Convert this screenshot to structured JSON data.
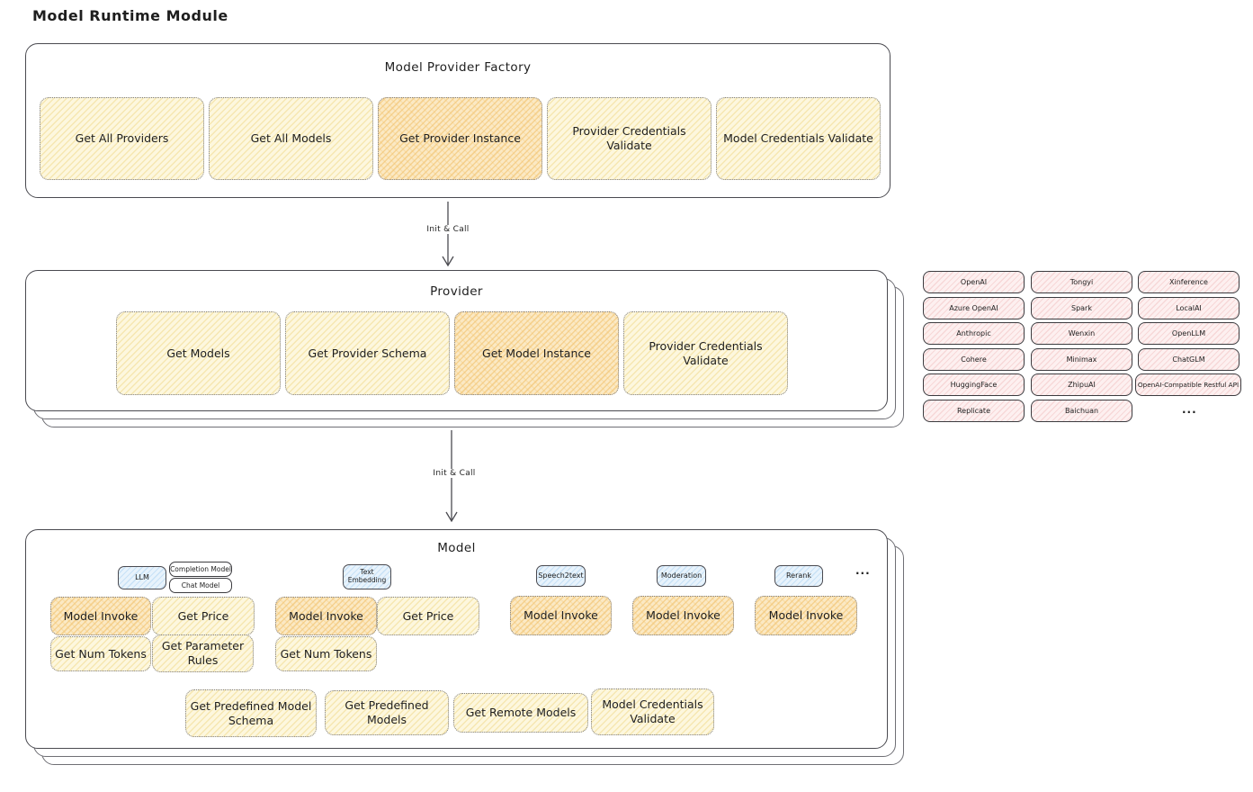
{
  "title": "Model Runtime Module",
  "factory": {
    "title": "Model Provider Factory",
    "boxes": [
      {
        "label": "Get All Providers",
        "highlighted": false
      },
      {
        "label": "Get All Models",
        "highlighted": false
      },
      {
        "label": "Get Provider Instance",
        "highlighted": true
      },
      {
        "label": "Provider Credentials Validate",
        "highlighted": false
      },
      {
        "label": "Model Credentials Validate",
        "highlighted": false
      }
    ]
  },
  "arrow1": {
    "label": "Init & Call"
  },
  "arrow2": {
    "label": "Init & Call"
  },
  "provider": {
    "title": "Provider",
    "boxes": [
      {
        "label": "Get Models",
        "highlighted": false
      },
      {
        "label": "Get Provider Schema",
        "highlighted": false
      },
      {
        "label": "Get Model Instance",
        "highlighted": true
      },
      {
        "label": "Provider Credentials Validate",
        "highlighted": false
      }
    ]
  },
  "model": {
    "title": "Model",
    "more_label": "...",
    "types": {
      "llm": "LLM",
      "completion": "Completion Model",
      "chat": "Chat Model",
      "text_embedding": "Text Embedding",
      "speech2text": "Speech2text",
      "moderation": "Moderation",
      "rerank": "Rerank"
    },
    "functions": {
      "model_invoke": "Model Invoke",
      "get_price": "Get Price",
      "get_num_tokens": "Get Num Tokens",
      "get_parameter_rules": "Get Parameter Rules"
    },
    "bottom_boxes": [
      "Get Predefined Model Schema",
      "Get Predefined Models",
      "Get Remote Models",
      "Model Credentials Validate"
    ]
  },
  "providers_panel": {
    "columns": [
      [
        "OpenAI",
        "Azure OpenAI",
        "Anthropic",
        "Cohere",
        "HuggingFace",
        "Replicate"
      ],
      [
        "Tongyi",
        "Spark",
        "Wenxin",
        "Minimax",
        "ZhipuAI",
        "Baichuan"
      ],
      [
        "Xinference",
        "LocalAI",
        "OpenLLM",
        "ChatGLM",
        "OpenAI-Compatible Restful API"
      ]
    ],
    "more_label": "..."
  },
  "colors": {
    "yellow_fill": "#fdf7de",
    "orange_fill": "#fbe9c4",
    "pink_fill": "#fdf0f0",
    "blue_fill": "#e8f3fc",
    "container_border": "#4a4a50"
  }
}
